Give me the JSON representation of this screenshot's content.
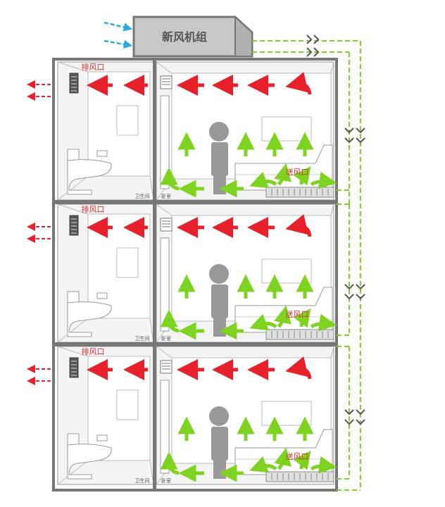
{
  "unit": {
    "label": "新风机组"
  },
  "floors": [
    {
      "exhaust_label": "排风口",
      "supply_label": "送风口",
      "bathroom_label": "卫生间",
      "bedroom_label": "卧室"
    },
    {
      "exhaust_label": "排风口",
      "supply_label": "送风口",
      "bathroom_label": "卫生间",
      "bedroom_label": "卧室"
    },
    {
      "exhaust_label": "排风口",
      "supply_label": "送风口",
      "bathroom_label": "卫生间",
      "bedroom_label": "卧室"
    }
  ],
  "colors": {
    "intake_arrow": "#29abe2",
    "exhaust_arrow": "#e8202a",
    "supply_arrow": "#7ed321",
    "duct_dashed": "#7ed321",
    "wall": "#777777",
    "unit_fill": "#c8c8c8"
  },
  "icons": [
    "fresh-air-unit-icon",
    "exhaust-vent-icon",
    "supply-vent-icon",
    "person-icon",
    "toilet-icon",
    "bed-icon",
    "flow-chevron-icon"
  ]
}
